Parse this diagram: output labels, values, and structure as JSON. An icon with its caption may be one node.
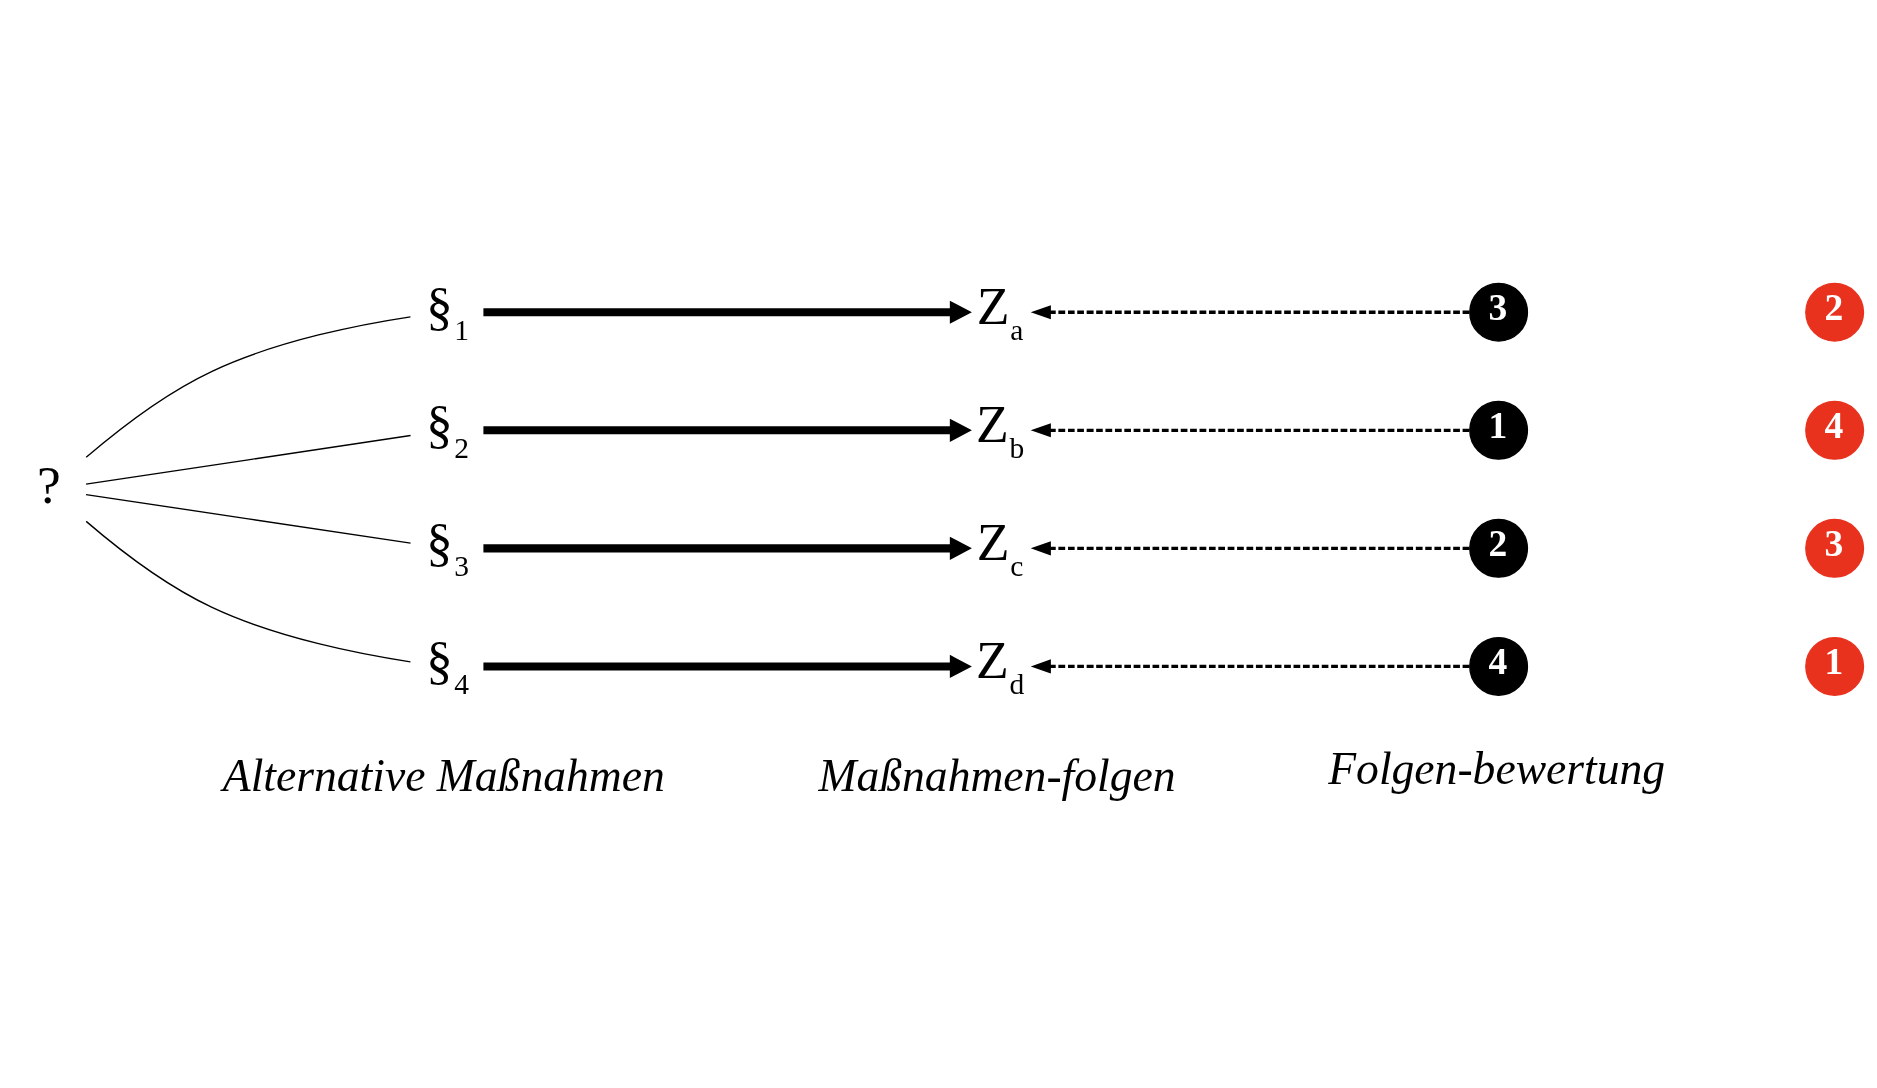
{
  "diagram": {
    "nodes": [
      {
        "text": [
          "?"
        ]
      },
      {
        "text": [
          "§$_{1}$"
        ]
      },
      {
        "text": [
          "Z$_{a}$"
        ]
      },
      {
        "text": [
          "3"
        ]
      },
      {
        "text": [
          "2"
        ]
      },
      {
        "text": [
          "§$_{2}$"
        ]
      },
      {
        "text": [
          "Z$_{b}$"
        ]
      },
      {
        "text": [
          "1"
        ]
      },
      {
        "text": [
          "4"
        ]
      },
      {
        "text": [
          "§$_{3}$"
        ]
      },
      {
        "text": [
          "Z$_{c}$"
        ]
      },
      {
        "text": [
          "2"
        ]
      },
      {
        "text": [
          "3"
        ]
      },
      {
        "text": [
          "§$_{4}$"
        ]
      },
      {
        "text": [
          "Z$_{d}$"
        ]
      },
      {
        "text": [
          "4"
        ]
      },
      {
        "text": [
          "1"
        ]
      }
    ],
    "edges": [
      {
        "from": 0,
        "to": 1,
        "arrow": "none"
      },
      {
        "from": 0,
        "to": 5,
        "arrow": "none"
      },
      {
        "from": 0,
        "to": 9,
        "arrow": "none"
      },
      {
        "from": 0,
        "to": 13,
        "arrow": "none"
      },
      {
        "from": 1,
        "to": 2,
        "arrow": "to",
        "style": "thick"
      },
      {
        "from": 5,
        "to": 6,
        "arrow": "to",
        "style": "thick"
      },
      {
        "from": 9,
        "to": 10,
        "arrow": "to",
        "style": "thick"
      },
      {
        "from": 13,
        "to": 14,
        "arrow": "to",
        "style": "thick"
      },
      {
        "from": 3,
        "to": 2,
        "arrow": "to",
        "style": "dashed"
      },
      {
        "from": 7,
        "to": 6,
        "arrow": "to",
        "style": "dashed"
      },
      {
        "from": 11,
        "to": 10,
        "arrow": "to",
        "style": "dashed"
      },
      {
        "from": 15,
        "to": 14,
        "arrow": "to",
        "style": "dashed"
      }
    ],
    "labels": [
      "Alternative Maßnahmen",
      "Maßnahmen-folgen",
      "Folgen-bewertung"
    ]
  }
}
